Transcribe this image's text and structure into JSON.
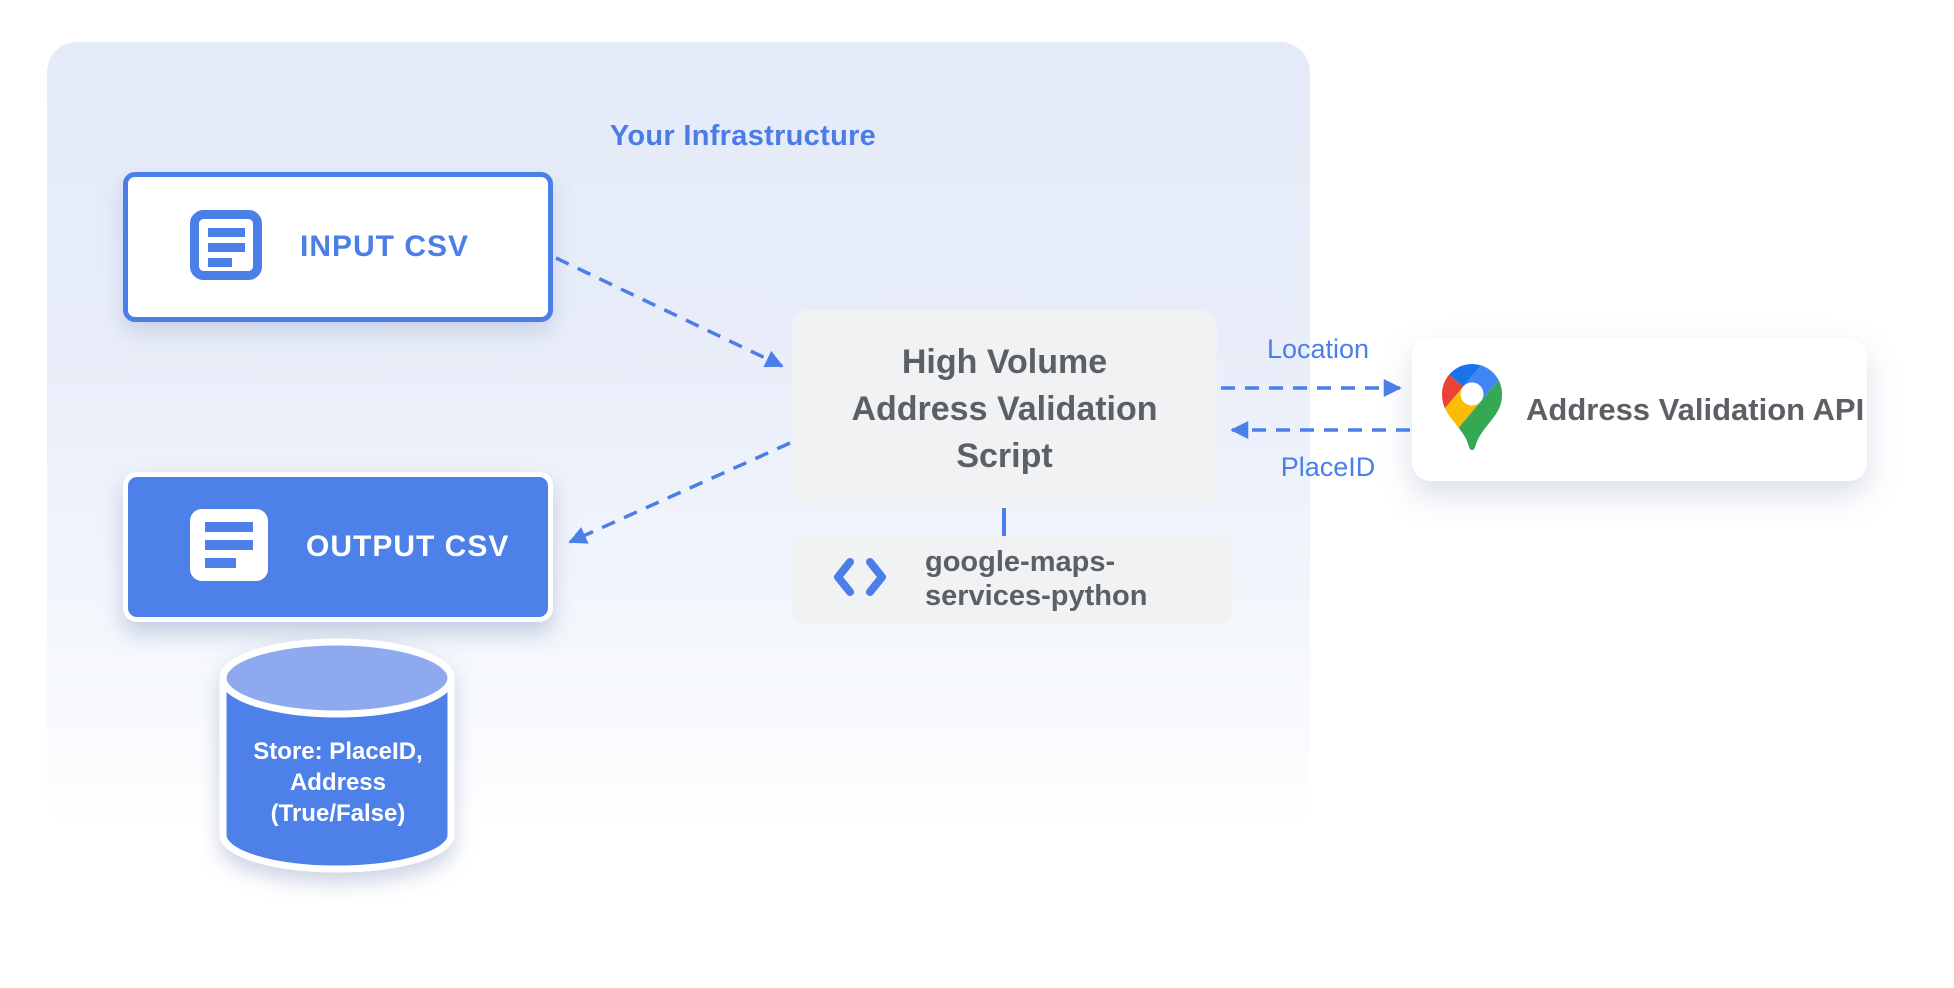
{
  "diagram": {
    "infrastructure": {
      "title": "Your Infrastructure",
      "input_csv": {
        "label": "INPUT CSV",
        "icon": "document-icon"
      },
      "output_csv": {
        "label": "OUTPUT CSV",
        "icon": "document-icon"
      },
      "datastore": {
        "icon": "database-cylinder",
        "line1": "Store: PlaceID,",
        "line2": "Address",
        "line3": "(True/False)"
      },
      "script": {
        "line1": "High Volume",
        "line2": "Address Validation",
        "line3": "Script"
      },
      "library": {
        "icon": "code-icon",
        "line1": "google-maps-",
        "line2": "services-python"
      }
    },
    "external": {
      "api": {
        "label": "Address Validation API",
        "icon": "google-maps-pin-icon"
      }
    },
    "flows": {
      "request_label": "Location",
      "response_label": "PlaceID"
    },
    "colors": {
      "accent_blue": "#4c7ee8",
      "fill_blue": "#4d80e8",
      "cylinder_top_blue": "#8fa9ef",
      "gray_box": "#f1f2f3",
      "text_gray": "#5c6064",
      "pin_dark_blue": "#1a73e8",
      "pin_blue": "#4285f4",
      "pin_red": "#ea4335",
      "pin_yellow": "#fbbc04",
      "pin_green": "#34a853"
    }
  }
}
